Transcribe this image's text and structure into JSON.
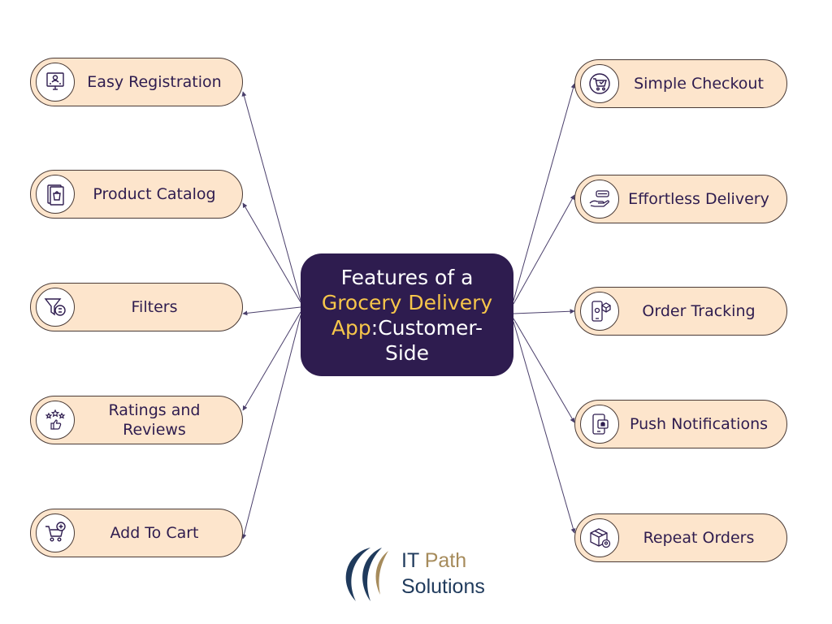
{
  "center": {
    "line1": "Features of a",
    "line2_highlight": "Grocery Delivery",
    "line3_highlight": "App",
    "line3_rest": ":Customer-",
    "line4": "Side"
  },
  "left_nodes": [
    {
      "label": "Easy Registration",
      "icon": "registration-icon"
    },
    {
      "label": "Product Catalog",
      "icon": "catalog-icon"
    },
    {
      "label": "Filters",
      "icon": "filter-icon"
    },
    {
      "label": "Ratings and Reviews",
      "icon": "rating-icon"
    },
    {
      "label": "Add To Cart",
      "icon": "add-to-cart-icon"
    }
  ],
  "right_nodes": [
    {
      "label": "Simple Checkout",
      "icon": "checkout-cart-icon"
    },
    {
      "label": "Effortless Delivery",
      "icon": "delivery-hand-icon"
    },
    {
      "label": "Order Tracking",
      "icon": "order-tracking-icon"
    },
    {
      "label": "Push Notifications",
      "icon": "push-notification-icon"
    },
    {
      "label": "Repeat Orders",
      "icon": "repeat-order-box-icon"
    }
  ],
  "logo": {
    "line1_a": "IT ",
    "line1_b": "Path",
    "line2": "Solutions"
  },
  "colors": {
    "center_bg": "#2e1c4f",
    "highlight": "#f7c64a",
    "node_bg": "#fde5cc",
    "node_text": "#2e1c4f"
  }
}
